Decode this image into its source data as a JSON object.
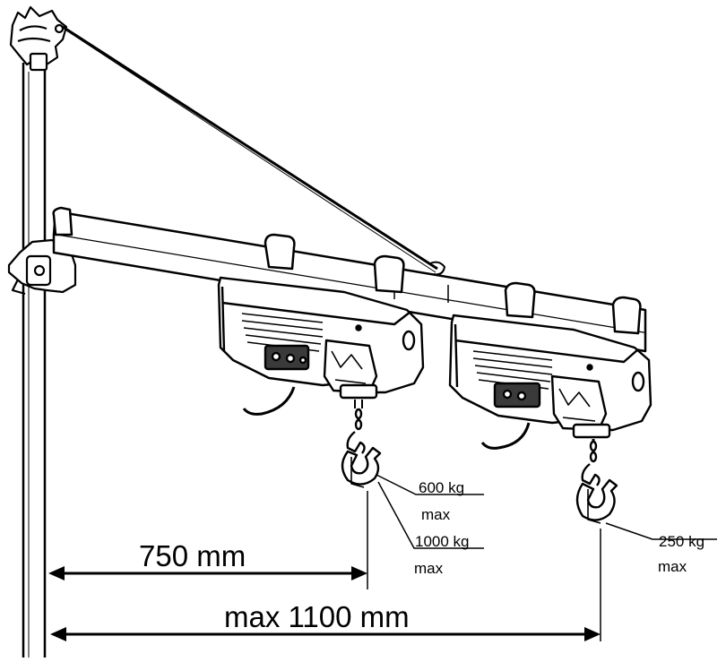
{
  "diagram": {
    "load_labels": [
      {
        "value": "600 kg",
        "unit_note": "max"
      },
      {
        "value": "1000 kg",
        "unit_note": "max"
      },
      {
        "value": "250 kg",
        "unit_note": "max"
      }
    ],
    "dimensions": {
      "short_reach": "750 mm",
      "long_reach": "max 1100 mm"
    },
    "colors": {
      "ink": "#000000",
      "paper": "#ffffff",
      "shade": "#3a3a3a"
    }
  }
}
